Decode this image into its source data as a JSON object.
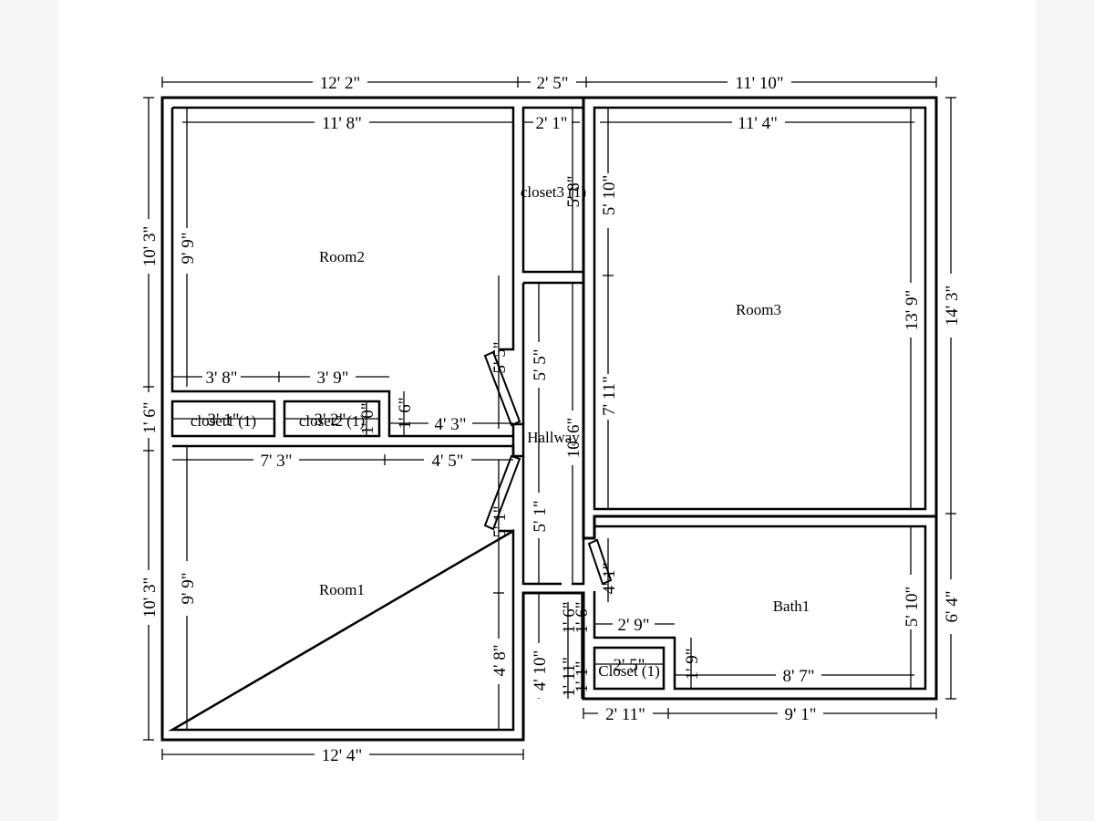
{
  "rooms": {
    "room1": "Room1",
    "room2": "Room2",
    "room3": "Room3",
    "hallway": "Hallway",
    "bath1": "Bath1",
    "closet1": "closet1 (1)",
    "closet2": "closet2 (1)",
    "closet3": "closet3 (1)",
    "closet_bath": "Closet (1)"
  },
  "dims": {
    "top_left": "12' 2\"",
    "top_mid": "2' 5\"",
    "top_right": "11' 10\"",
    "room2_width": "11' 8\"",
    "closet3_width": "2' 1\"",
    "room3_width": "11' 4\"",
    "left_upper": "10' 3\"",
    "left_mid": "1' 6\"",
    "left_lower": "10' 3\"",
    "right_total": "14' 3\"",
    "right_lower": "6' 4\"",
    "room2_height": "9' 9\"",
    "closet3_height": "5' 8\"",
    "room3_upper": "5' 10\"",
    "room3_lower": "7' 11\"",
    "room3_height": "13' 9\"",
    "room2_door_side": "5' 5\"",
    "hall_upper": "5' 5\"",
    "hall_height": "10' 6\"",
    "hall_lower": "5' 1\"",
    "room1_door_side": "5' 1\"",
    "room2_bottom_a": "3' 8\"",
    "room2_bottom_b": "3' 9\"",
    "closet1_width": "3' 1\"",
    "closet2_width": "3' 2\"",
    "closet2_height": "1' 0\"",
    "closet_strip_height": "1' 6\"",
    "hall_width": "4' 3\"",
    "room1_top_a": "7' 3\"",
    "room1_top_b": "4' 5\"",
    "room1_height": "9' 9\"",
    "room1_right_lower": "4' 8\"",
    "wall_segment": "4' 10\"",
    "bath_door_side": "4' 1\"",
    "bath_small_a": "1' 6\"",
    "bath_small_b": "1' 6\"",
    "bath_small_c": "1' 11\"",
    "bath_small_d": "1' 1\"",
    "bath_closet_top": "2' 9\"",
    "bath_closet_width": "2' 5\"",
    "bath_closet_height": "1' 9\"",
    "bath_width_inner": "8' 7\"",
    "bath_height": "5' 10\"",
    "bottom_left": "12' 4\"",
    "bottom_mid": "2' 11\"",
    "bottom_right": "9' 1\""
  }
}
